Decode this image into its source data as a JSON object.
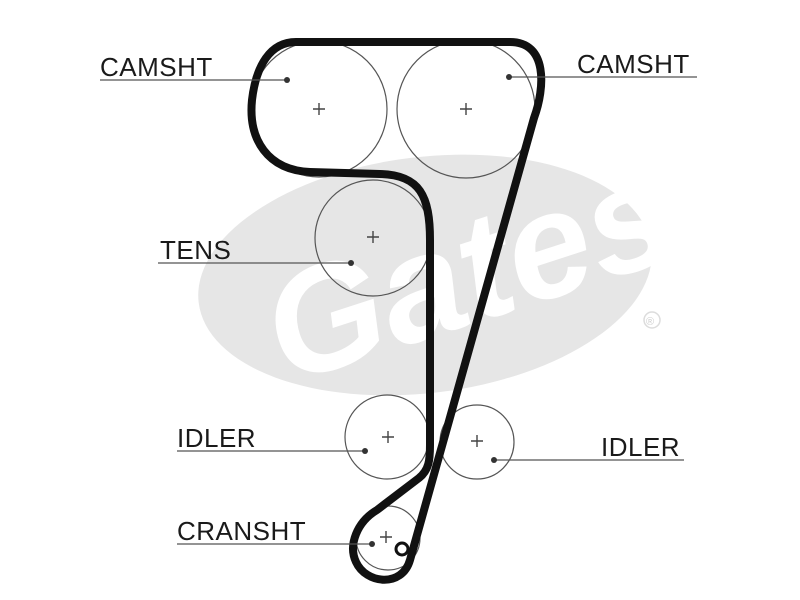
{
  "watermark": {
    "text": "Gates",
    "registered_mark": "®"
  },
  "labels": {
    "camshaft_left": "CAMSHT",
    "camshaft_right": "CAMSHT",
    "tensioner": "TENS",
    "idler_left": "IDLER",
    "idler_right": "IDLER",
    "crankshaft": "CRANSHT"
  },
  "colors": {
    "belt": "#111111",
    "pulley_outline": "#555555",
    "watermark": "#e6e6e6",
    "background": "#ffffff"
  }
}
